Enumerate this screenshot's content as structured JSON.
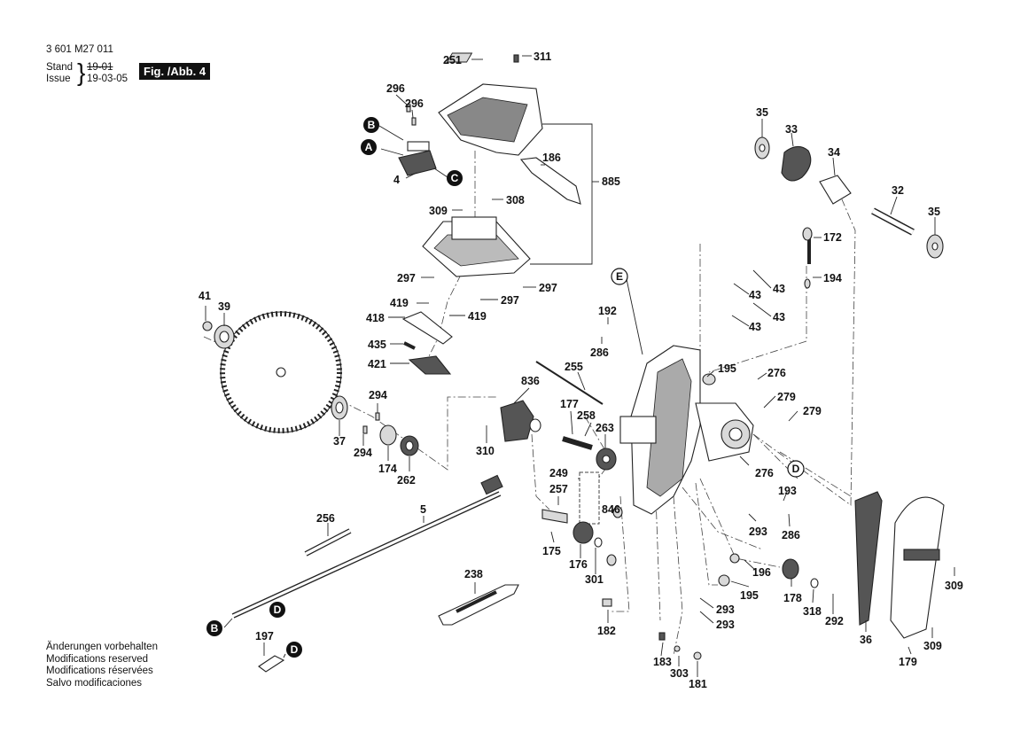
{
  "header": {
    "doc_number": "3 601 M27 011",
    "stand_label": "Stand",
    "issue_label": "Issue",
    "stand_date": "19-01",
    "issue_date": "19-03-05",
    "figure_label": "Fig. /Abb. 4"
  },
  "notes": [
    "Änderungen vorbehalten",
    "Modifications reserved",
    "Modifications réservées",
    "Salvo modificaciones"
  ],
  "markers": {
    "A": "A",
    "B": "B",
    "C": "C",
    "D": "D",
    "E": "E"
  },
  "part_labels": {
    "p251": "251",
    "p311": "311",
    "p296a": "296",
    "p296b": "296",
    "p4": "4",
    "p186": "186",
    "p885": "885",
    "p308": "308",
    "p309": "309",
    "p297a": "297",
    "p297b": "297",
    "p297c": "297",
    "p419a": "419",
    "p419b": "419",
    "p418": "418",
    "p435": "435",
    "p421": "421",
    "p41": "41",
    "p39": "39",
    "p37": "37",
    "p294a": "294",
    "p294b": "294",
    "p174": "174",
    "p262": "262",
    "p310": "310",
    "p836": "836",
    "p255": "255",
    "p177": "177",
    "p258": "258",
    "p263": "263",
    "p249": "249",
    "p257": "257",
    "p846": "846",
    "p175": "175",
    "p176": "176",
    "p301": "301",
    "p192": "192",
    "p286a": "286",
    "p195a": "195",
    "p276a": "276",
    "p279a": "279",
    "p279b": "279",
    "p276b": "276",
    "p193": "193",
    "p293a": "293",
    "p286b": "286",
    "p196": "196",
    "p195b": "195",
    "p178": "178",
    "p318": "318",
    "p292": "292",
    "p293b": "293",
    "p293c": "293",
    "p182": "182",
    "p183": "183",
    "p303": "303",
    "p181": "181",
    "p35a": "35",
    "p33": "33",
    "p34": "34",
    "p32": "32",
    "p35b": "35",
    "p172": "172",
    "p194": "194",
    "p43a": "43",
    "p43b": "43",
    "p43c": "43",
    "p43d": "43",
    "p256": "256",
    "p5": "5",
    "p238": "238",
    "p197": "197",
    "p36": "36",
    "p179": "179",
    "p309a": "309",
    "p309b": "309"
  }
}
